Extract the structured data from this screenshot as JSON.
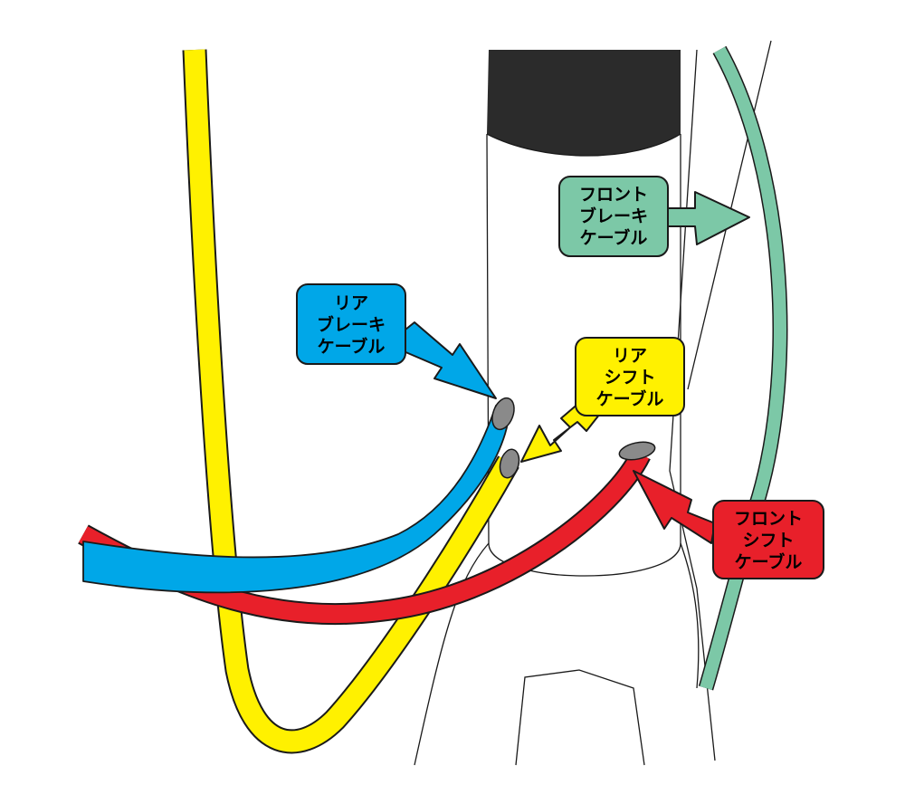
{
  "colors": {
    "background": "#ffffff",
    "frame_line": "#1a1a1a",
    "headset_cap": "#2b2b2b",
    "port": "#8a8a8a",
    "front_brake": "#7cc8a7",
    "rear_brake": "#00a7e8",
    "rear_shift": "#fff100",
    "front_shift": "#e8202a"
  },
  "labels": {
    "front_brake": {
      "line1": "フロント",
      "line2": "ブレーキ",
      "line3": "ケーブル",
      "color": "#7cc8a7",
      "text_color": "#000000"
    },
    "rear_brake": {
      "line1": "リア",
      "line2": "ブレーキ",
      "line3": "ケーブル",
      "color": "#00a7e8",
      "text_color": "#000000"
    },
    "rear_shift": {
      "line1": "リア",
      "line2": "シフト",
      "line3": "ケーブル",
      "color": "#fff100",
      "text_color": "#000000"
    },
    "front_shift": {
      "line1": "フロント",
      "line2": "シフト",
      "line3": "ケーブル",
      "color": "#e8202a",
      "text_color": "#000000"
    }
  }
}
